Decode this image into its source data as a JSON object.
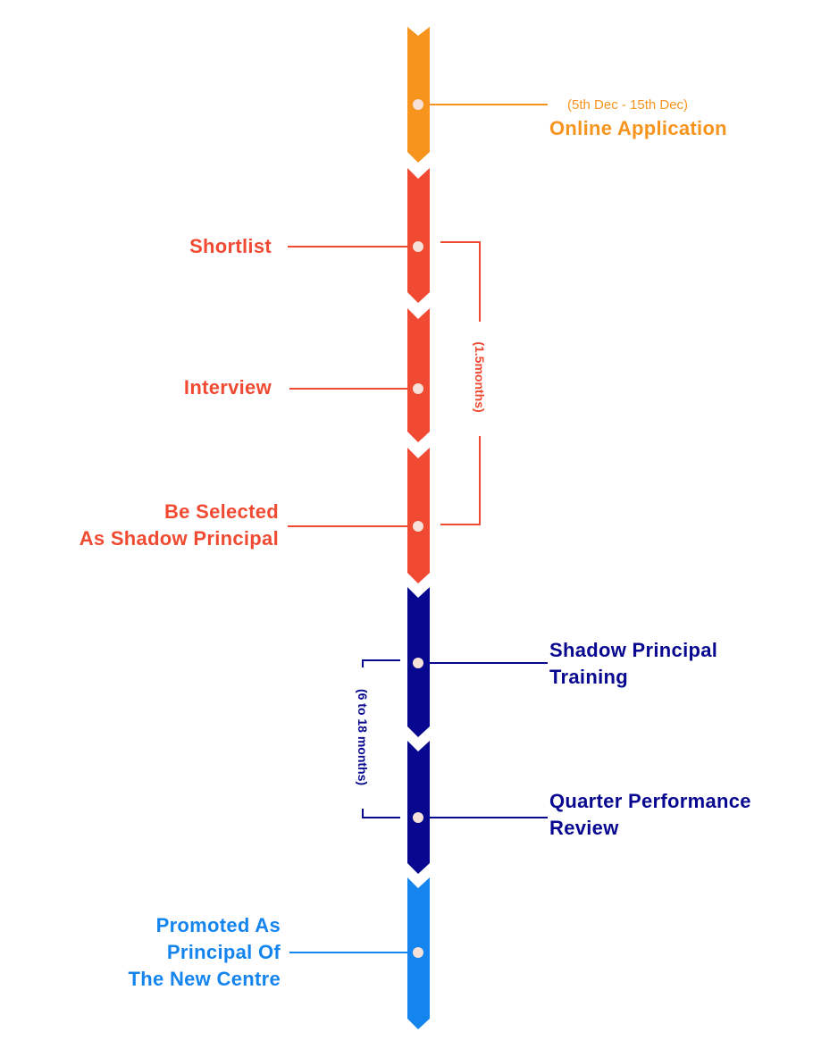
{
  "colors": {
    "orange": "#F7941D",
    "red": "#F04B32",
    "navy": "#07088F",
    "blue": "#1485EE",
    "dot": "#F5E1D8"
  },
  "steps": [
    {
      "id": "online-application",
      "lines": [
        "Online Application"
      ],
      "sub": "(5th Dec - 15th Dec)",
      "color": "orange",
      "side": "right"
    },
    {
      "id": "shortlist",
      "lines": [
        "Shortlist"
      ],
      "color": "red",
      "side": "left"
    },
    {
      "id": "interview",
      "lines": [
        "Interview"
      ],
      "color": "red",
      "side": "left"
    },
    {
      "id": "be-selected",
      "lines": [
        "Be Selected",
        "As Shadow Principal"
      ],
      "color": "red",
      "side": "left"
    },
    {
      "id": "shadow-training",
      "lines": [
        "Shadow Principal",
        "Training"
      ],
      "color": "navy",
      "side": "right"
    },
    {
      "id": "quarter-review",
      "lines": [
        "Quarter Performance",
        "Review"
      ],
      "color": "navy",
      "side": "right"
    },
    {
      "id": "promoted",
      "lines": [
        "Promoted As",
        "Principal Of",
        "The New Centre"
      ],
      "color": "blue",
      "side": "left"
    }
  ],
  "durations": {
    "short_phase": "(1.5months)",
    "training_phase": "(6 to 18 months)"
  }
}
